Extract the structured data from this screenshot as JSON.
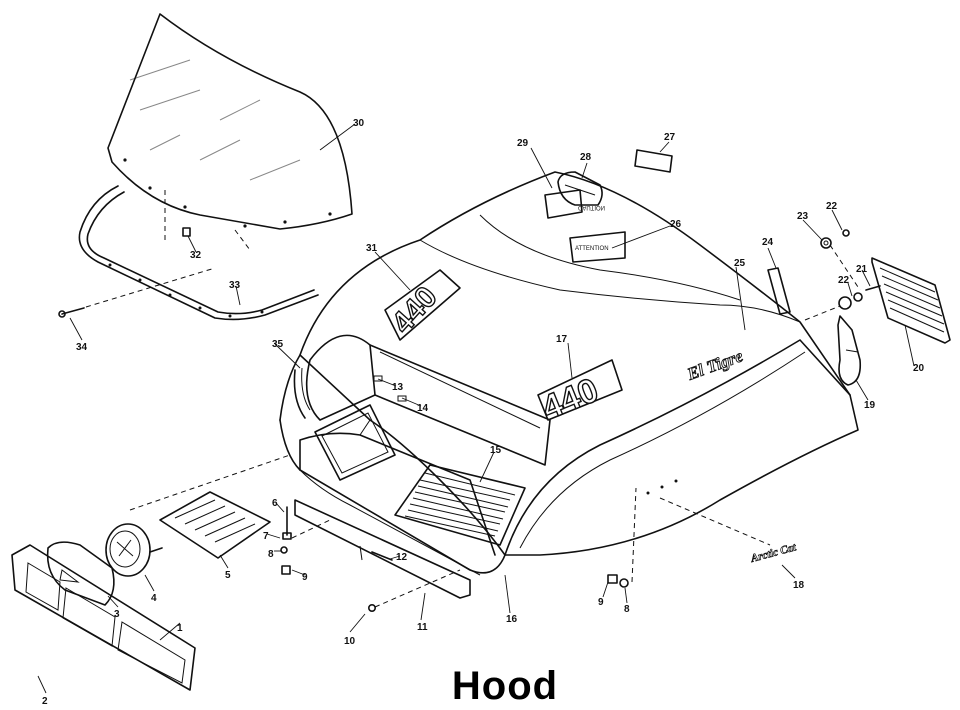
{
  "title": "Hood",
  "decals": {
    "hood_number": "440",
    "side_number": "440",
    "brand": "El Tigre",
    "caution": "CAUTION",
    "attention": "ATTENTION",
    "script_badge": "Arctic Cat"
  },
  "callouts": {
    "c1": "1",
    "c2": "2",
    "c3": "3",
    "c4": "4",
    "c5": "5",
    "c6": "6",
    "c7": "7",
    "c8a": "8",
    "c8b": "8",
    "c9a": "9",
    "c9b": "9",
    "c10": "10",
    "c11": "11",
    "c12": "12",
    "c13": "13",
    "c14": "14",
    "c15": "15",
    "c16": "16",
    "c17": "17",
    "c18": "18",
    "c19": "19",
    "c20": "20",
    "c21": "21",
    "c22a": "22",
    "c22b": "22",
    "c23": "23",
    "c24": "24",
    "c25": "25",
    "c26": "26",
    "c27": "27",
    "c28": "28",
    "c29": "29",
    "c30": "30",
    "c31": "31",
    "c32": "32",
    "c33": "33",
    "c34": "34",
    "c35": "35"
  }
}
